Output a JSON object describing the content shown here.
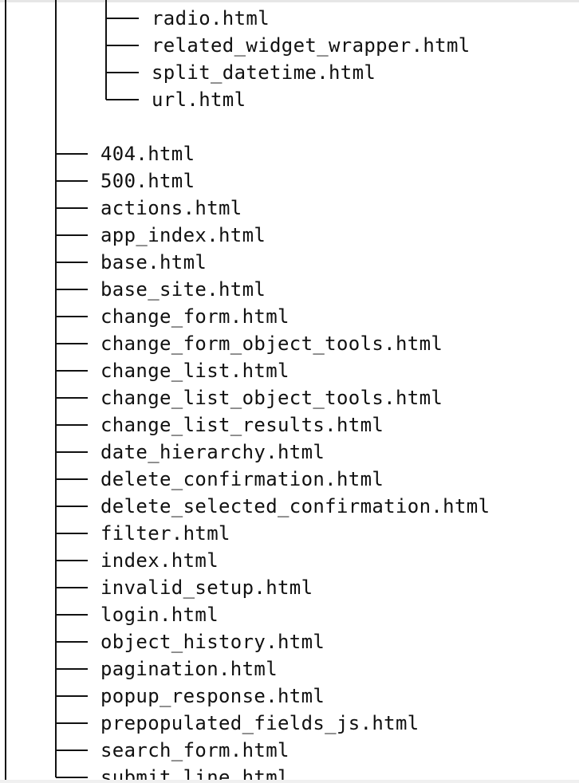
{
  "nested_files": [
    "radio.html",
    "related_widget_wrapper.html",
    "split_datetime.html",
    "url.html"
  ],
  "files": [
    "404.html",
    "500.html",
    "actions.html",
    "app_index.html",
    "base.html",
    "base_site.html",
    "change_form.html",
    "change_form_object_tools.html",
    "change_list.html",
    "change_list_object_tools.html",
    "change_list_results.html",
    "date_hierarchy.html",
    "delete_confirmation.html",
    "delete_selected_confirmation.html",
    "filter.html",
    "index.html",
    "invalid_setup.html",
    "login.html",
    "object_history.html",
    "pagination.html",
    "popup_response.html",
    "prepopulated_fields_js.html",
    "search_form.html",
    "submit_line.html"
  ]
}
